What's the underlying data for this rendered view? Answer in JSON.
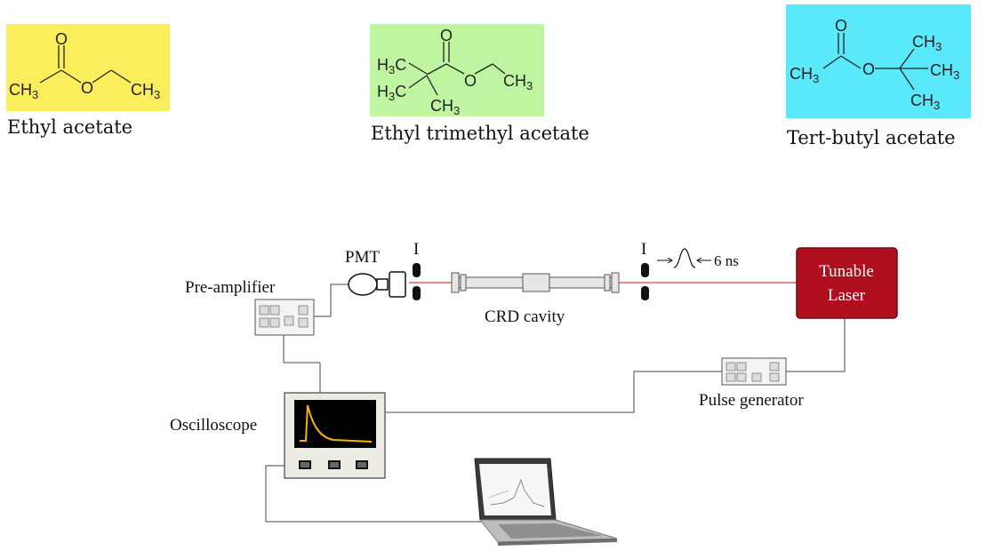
{
  "molecules": [
    {
      "name": "Ethyl acetate",
      "color": "#fbee5c",
      "atoms": {
        "left_methyl": "CH",
        "left_methyl_sub": "3",
        "oxygen_double": "O",
        "oxygen_ester": "O",
        "right_methyl": "CH",
        "right_methyl_sub": "3"
      }
    },
    {
      "name": "Ethyl trimethyl acetate",
      "color": "#bff5a1",
      "atoms": {
        "methyl_a": "H",
        "methyl_a_sub": "3",
        "methyl_a_c": "C",
        "methyl_b": "H",
        "methyl_b_sub": "3",
        "methyl_b_c": "C",
        "methyl_c": "CH",
        "methyl_c_sub": "3",
        "oxygen_double": "O",
        "oxygen_ester": "O",
        "right_methyl": "CH",
        "right_methyl_sub": "3"
      }
    },
    {
      "name": "Tert-butyl acetate",
      "color": "#5ae9fb",
      "atoms": {
        "left_methyl": "CH",
        "left_methyl_sub": "3",
        "oxygen_double": "O",
        "oxygen_ester": "O",
        "top_methyl": "CH",
        "top_methyl_sub": "3",
        "right_methyl": "CH",
        "right_methyl_sub": "3",
        "bottom_methyl": "CH",
        "bottom_methyl_sub": "3"
      }
    }
  ],
  "setup": {
    "laser_label_line1": "Tunable",
    "laser_label_line2": "Laser",
    "pmt_label": "PMT",
    "preamp_label": "Pre-amplifier",
    "iris_label_left": "I",
    "iris_label_right": "I",
    "cavity_label": "CRD cavity",
    "pulse_width_label": "6 ns",
    "pulse_generator_label": "Pulse generator",
    "oscilloscope_label": "Oscilloscope",
    "laser_color": "#b0101e",
    "laser_text_color": "#ffffff",
    "beam_color": "#c81e1e",
    "trace_color": "#f4b400"
  }
}
